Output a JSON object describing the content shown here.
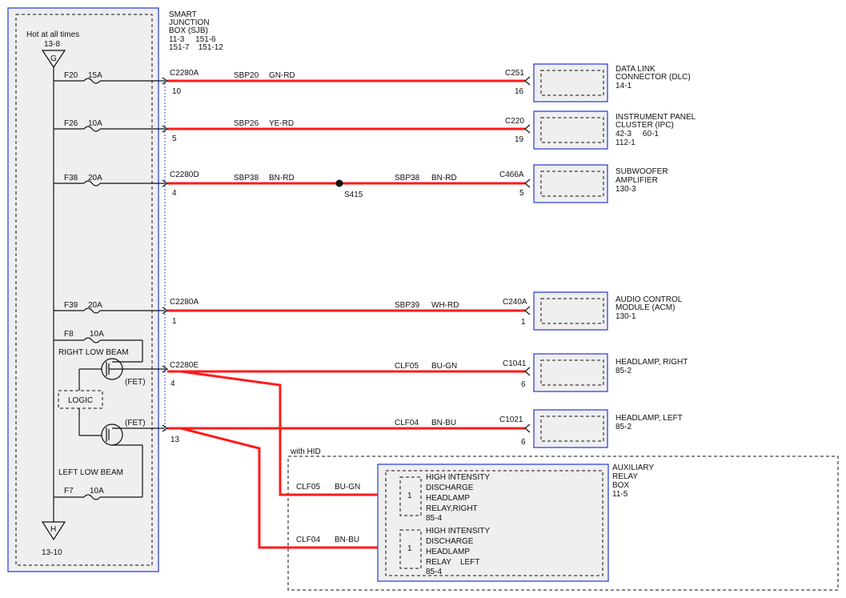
{
  "sjb": {
    "title_lines": [
      "SMART",
      "JUNCTION",
      "BOX (SJB)"
    ],
    "ref_lines": [
      "11-3     151-6",
      "151-7    151-12"
    ],
    "hot_label": "Hot at all times",
    "top_ref": "13-8",
    "top_terminal": "G",
    "bottom_terminal": "H",
    "bottom_ref": "13-10",
    "right_low_beam": "RIGHT LOW BEAM",
    "left_low_beam": "LEFT LOW BEAM",
    "logic": "LOGIC",
    "fet_top": "(FET)",
    "fet_bottom": "(FET)",
    "fuses": [
      {
        "name": "F20",
        "amps": "15A"
      },
      {
        "name": "F26",
        "amps": "10A"
      },
      {
        "name": "F38",
        "amps": "20A"
      },
      {
        "name": "F39",
        "amps": "20A"
      },
      {
        "name": "F8",
        "amps": "10A"
      },
      {
        "name": "F7",
        "amps": "10A"
      }
    ]
  },
  "circuits": [
    {
      "src_conn": "C2280A",
      "src_pin": "10",
      "circuit": "SBP20",
      "color": "GN-RD",
      "dst_conn": "C251",
      "dst_pin": "16",
      "component": [
        "DATA LINK",
        "CONNECTOR (DLC)",
        "14-1"
      ]
    },
    {
      "src_conn": "",
      "src_pin": "5",
      "circuit": "SBP26",
      "color": "YE-RD",
      "dst_conn": "C220",
      "dst_pin": "19",
      "component": [
        "INSTRUMENT PANEL",
        "CLUSTER (IPC)",
        "42-3     60-1",
        "112-1"
      ]
    },
    {
      "src_conn": "C2280D",
      "src_pin": "4",
      "circuit": "SBP38",
      "color": "BN-RD",
      "circuit2": "SBP38",
      "color2": "BN-RD",
      "splice": "S415",
      "dst_conn": "C466A",
      "dst_pin": "5",
      "component": [
        "SUBWOOFER",
        "AMPLIFIER",
        "130-3"
      ]
    },
    {
      "src_conn": "C2280A",
      "src_pin": "1",
      "circuit": "SBP39",
      "color": "WH-RD",
      "dst_conn": "C240A",
      "dst_pin": "1",
      "component": [
        "AUDIO CONTROL",
        "MODULE (ACM)",
        "130-1"
      ]
    },
    {
      "src_conn": "C2280E",
      "src_pin": "4",
      "circuit": "CLF05",
      "color": "BU-GN",
      "dst_conn": "C1041",
      "dst_pin": "6",
      "component": [
        "HEADLAMP, RIGHT",
        "85-2"
      ]
    },
    {
      "src_conn": "",
      "src_pin": "13",
      "circuit": "CLF04",
      "color": "BN-BU",
      "dst_conn": "C1021",
      "dst_pin": "6",
      "component": [
        "HEADLAMP, LEFT",
        "85-2"
      ]
    }
  ],
  "hid": {
    "label": "with HID",
    "box_title": [
      "AUXILIARY",
      "RELAY",
      "BOX",
      "11-5"
    ],
    "branch_right": {
      "circuit": "CLF05",
      "color": "BU-GN"
    },
    "branch_left": {
      "circuit": "CLF04",
      "color": "BN-BU"
    },
    "relays": [
      {
        "pin": "1",
        "lines": [
          "HIGH INTENSITY",
          "DISCHARGE",
          "HEADLAMP",
          "RELAY,RIGHT",
          "85-4"
        ]
      },
      {
        "pin": "1",
        "lines": [
          "HIGH INTENSITY",
          "DISCHARGE",
          "HEADLAMP",
          "RELAY    LEFT",
          "85-4"
        ]
      }
    ]
  }
}
